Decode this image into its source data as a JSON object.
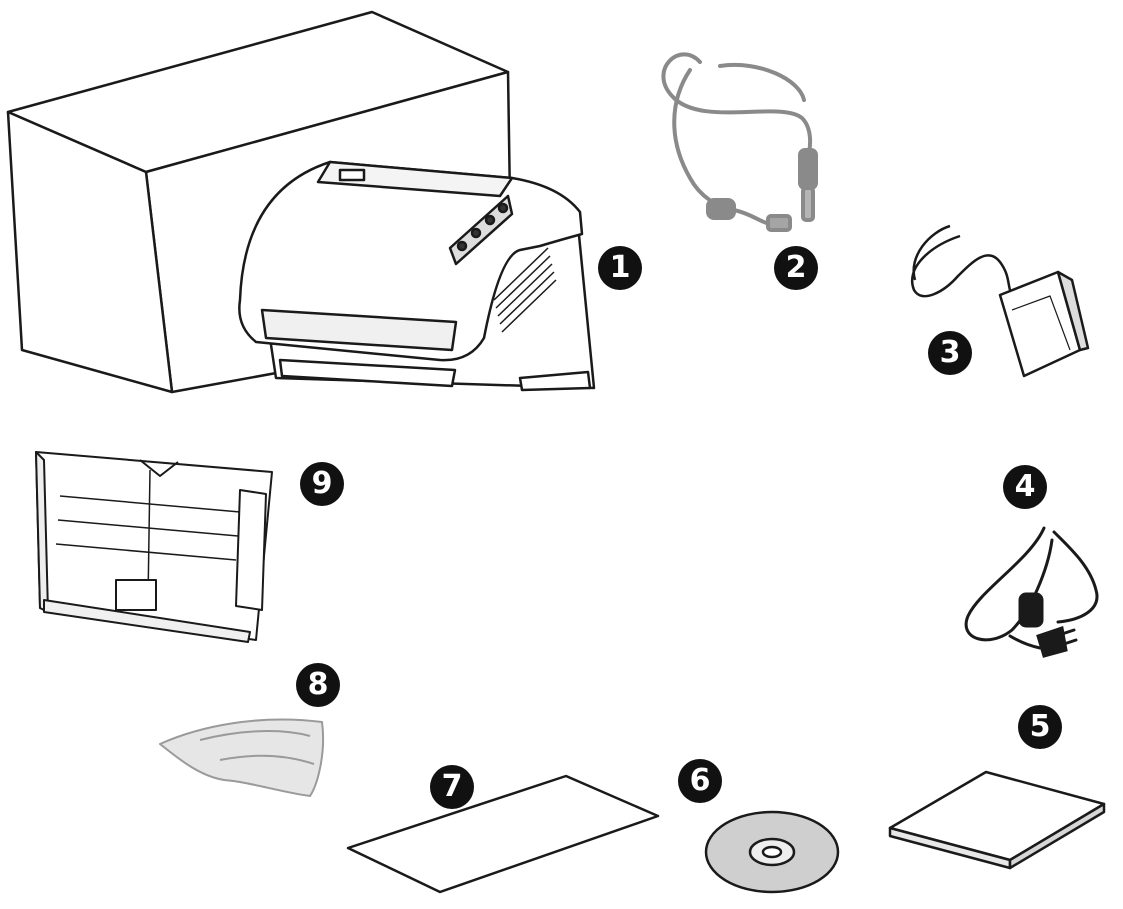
{
  "colors": {
    "ink": "#1a1a1a",
    "badge": "#111111",
    "cable_gray": "#8a8a8a",
    "cloth": "#e6e6e6",
    "disc": "#cfcfcf"
  },
  "items": [
    {
      "number": "1",
      "icon": "scanner-with-box-icon"
    },
    {
      "number": "2",
      "icon": "usb-cable-icon"
    },
    {
      "number": "3",
      "icon": "power-adapter-icon"
    },
    {
      "number": "4",
      "icon": "power-cord-icon"
    },
    {
      "number": "5",
      "icon": "quick-guide-icon"
    },
    {
      "number": "6",
      "icon": "cd-rom-icon"
    },
    {
      "number": "7",
      "icon": "calibration-sheet-icon"
    },
    {
      "number": "8",
      "icon": "cleaning-cloth-icon"
    },
    {
      "number": "9",
      "icon": "paper-tray-icon"
    }
  ]
}
